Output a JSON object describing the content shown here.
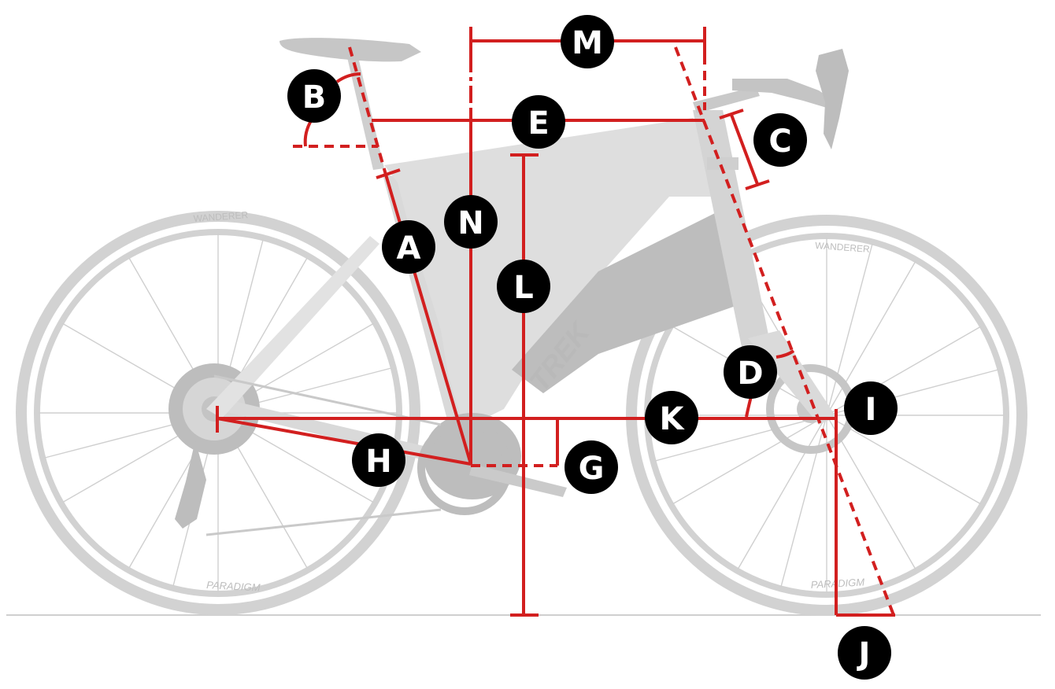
{
  "diagram": {
    "brand_text": "TREK",
    "rim_text": "PARADIGM",
    "tire_text": "WANDERER",
    "colors": {
      "dimension_line": "#d21f1f",
      "badge": "#000000",
      "badge_text": "#ffffff",
      "bike": "#d2d2d2",
      "ground_line": "#cfcfcf"
    },
    "labels": {
      "A": "A",
      "B": "B",
      "C": "C",
      "D": "D",
      "E": "E",
      "G": "G",
      "H": "H",
      "I": "I",
      "J": "J",
      "K": "K",
      "L": "L",
      "M": "M",
      "N": "N"
    }
  }
}
